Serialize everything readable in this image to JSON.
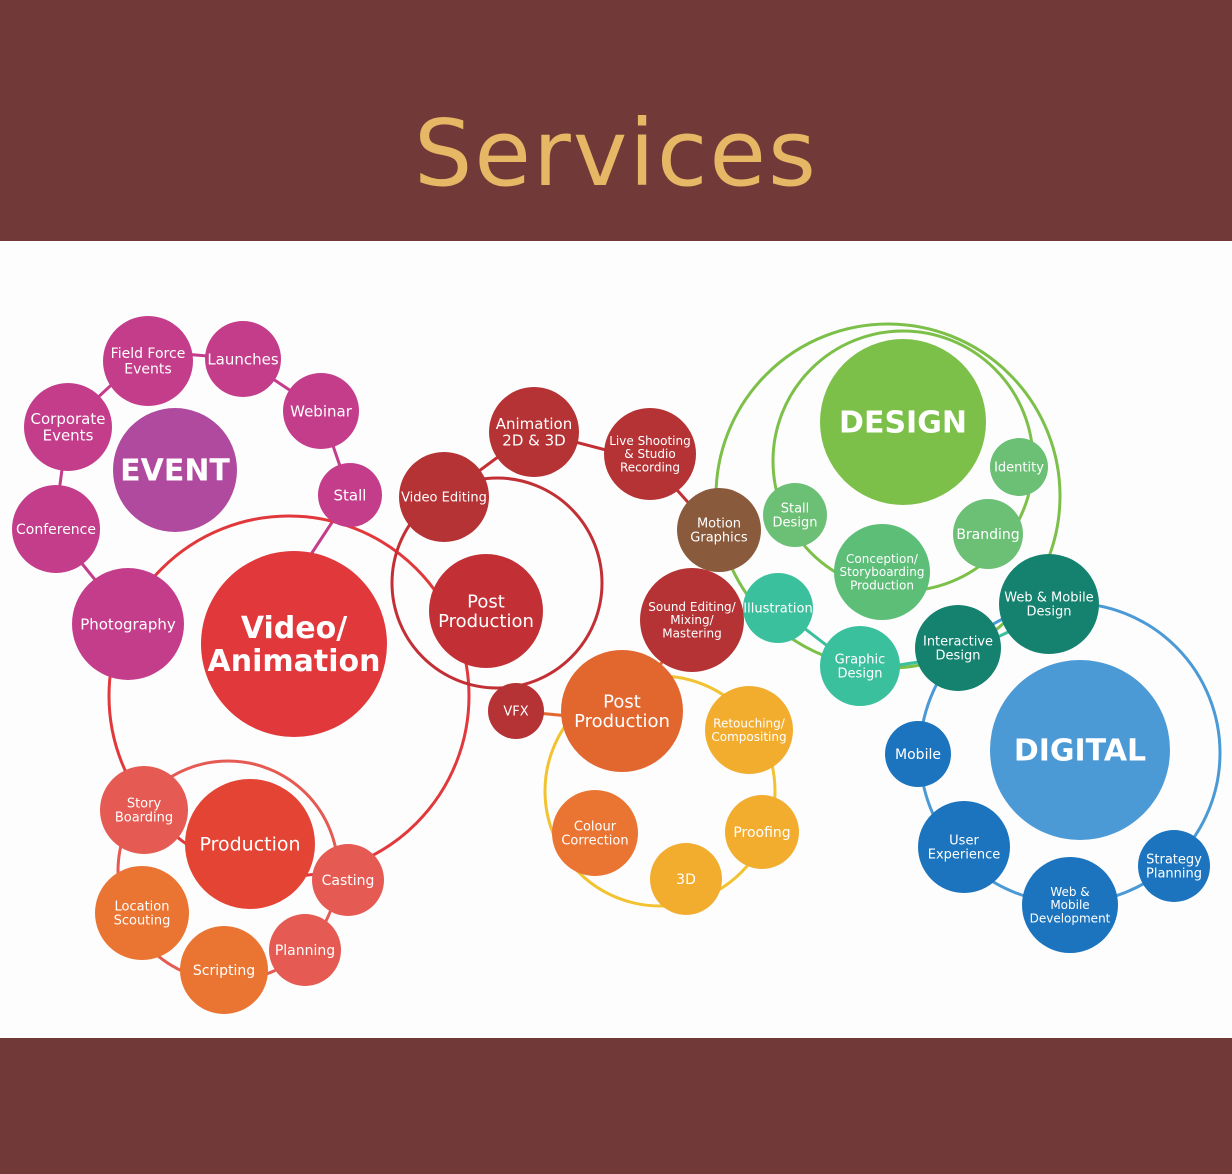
{
  "header": {
    "title": "Services"
  },
  "colors": {
    "band": "#713a38",
    "title": "#e6b765",
    "event": "#c43d8b",
    "video": "#e1383c",
    "production": "#e8533c",
    "post": "#b53235",
    "post2": "#e2672f",
    "yellow": "#f2ad2f",
    "design": "#7cc04a",
    "teal": "#3bc09d",
    "digital": "#1b74bd"
  },
  "diagram": {
    "nodes": [
      {
        "id": "event",
        "text": "EVENT",
        "color": "#b04a9e",
        "bold": true
      },
      {
        "id": "field-force-events",
        "text": "Field Force\nEvents",
        "color": "#c43d8b"
      },
      {
        "id": "launches",
        "text": "Launches",
        "color": "#c43d8b"
      },
      {
        "id": "webinar",
        "text": "Webinar",
        "color": "#c43d8b"
      },
      {
        "id": "corporate-events",
        "text": "Corporate\nEvents",
        "color": "#c43d8b"
      },
      {
        "id": "stall",
        "text": "Stall",
        "color": "#c43d8b"
      },
      {
        "id": "conference",
        "text": "Conference",
        "color": "#c43d8b"
      },
      {
        "id": "photography",
        "text": "Photography",
        "color": "#c43d8b"
      },
      {
        "id": "video-animation",
        "text": "Video/\nAnimation",
        "color": "#e1383c",
        "bold": true
      },
      {
        "id": "production",
        "text": "Production",
        "color": "#e34434"
      },
      {
        "id": "story-boarding",
        "text": "Story\nBoarding",
        "color": "#e55a52"
      },
      {
        "id": "casting",
        "text": "Casting",
        "color": "#e55a52"
      },
      {
        "id": "location-scouting",
        "text": "Location\nScouting",
        "color": "#ea7431"
      },
      {
        "id": "planning",
        "text": "Planning",
        "color": "#e55a52"
      },
      {
        "id": "scripting",
        "text": "Scripting",
        "color": "#ea7431"
      },
      {
        "id": "video-editing",
        "text": "Video Editing",
        "color": "#b53235"
      },
      {
        "id": "animation-2d-3d",
        "text": "Animation\n2D & 3D",
        "color": "#b53235"
      },
      {
        "id": "live-shooting",
        "text": "Live Shooting\n& Studio\nRecording",
        "color": "#b53235"
      },
      {
        "id": "post-production-1",
        "text": "Post\nProduction",
        "color": "#c23036"
      },
      {
        "id": "vfx",
        "text": "VFX",
        "color": "#b53235"
      },
      {
        "id": "motion-graphics",
        "text": "Motion\nGraphics",
        "color": "#8a5a3c"
      },
      {
        "id": "sound-editing",
        "text": "Sound Editing/\nMixing/\nMastering",
        "color": "#b53235"
      },
      {
        "id": "post-production-2",
        "text": "Post\nProduction",
        "color": "#e2672f"
      },
      {
        "id": "retouching",
        "text": "Retouching/\nCompositing",
        "color": "#f2ad2f"
      },
      {
        "id": "colour-correction",
        "text": "Colour\nCorrection",
        "color": "#ea7431"
      },
      {
        "id": "proofing",
        "text": "Proofing",
        "color": "#f2ad2f"
      },
      {
        "id": "3d",
        "text": "3D",
        "color": "#f2ad2f"
      },
      {
        "id": "design",
        "text": "DESIGN",
        "color": "#7cc04a",
        "bold": true
      },
      {
        "id": "identity",
        "text": "Identity",
        "color": "#6cc076"
      },
      {
        "id": "stall-design",
        "text": "Stall\nDesign",
        "color": "#6cc076"
      },
      {
        "id": "branding",
        "text": "Branding",
        "color": "#6cc076"
      },
      {
        "id": "conception",
        "text": "Conception/\nStoryboarding\nProduction",
        "color": "#5dbe78"
      },
      {
        "id": "illustration",
        "text": "Illustration",
        "color": "#3bc09d"
      },
      {
        "id": "graphic-design",
        "text": "Graphic\nDesign",
        "color": "#3bc09d"
      },
      {
        "id": "interactive-design",
        "text": "Interactive\nDesign",
        "color": "#14826e"
      },
      {
        "id": "web-mobile-design",
        "text": "Web & Mobile\nDesign",
        "color": "#14826e"
      },
      {
        "id": "digital",
        "text": "DIGITAL",
        "color": "#4b9ad6",
        "bold": true
      },
      {
        "id": "mobile",
        "text": "Mobile",
        "color": "#1b74bd"
      },
      {
        "id": "user-experience",
        "text": "User\nExperience",
        "color": "#1b74bd"
      },
      {
        "id": "web-mobile-development",
        "text": "Web &\nMobile\nDevelopment",
        "color": "#1b74bd"
      },
      {
        "id": "strategy-planning",
        "text": "Strategy\nPlanning",
        "color": "#1b74bd"
      }
    ]
  }
}
